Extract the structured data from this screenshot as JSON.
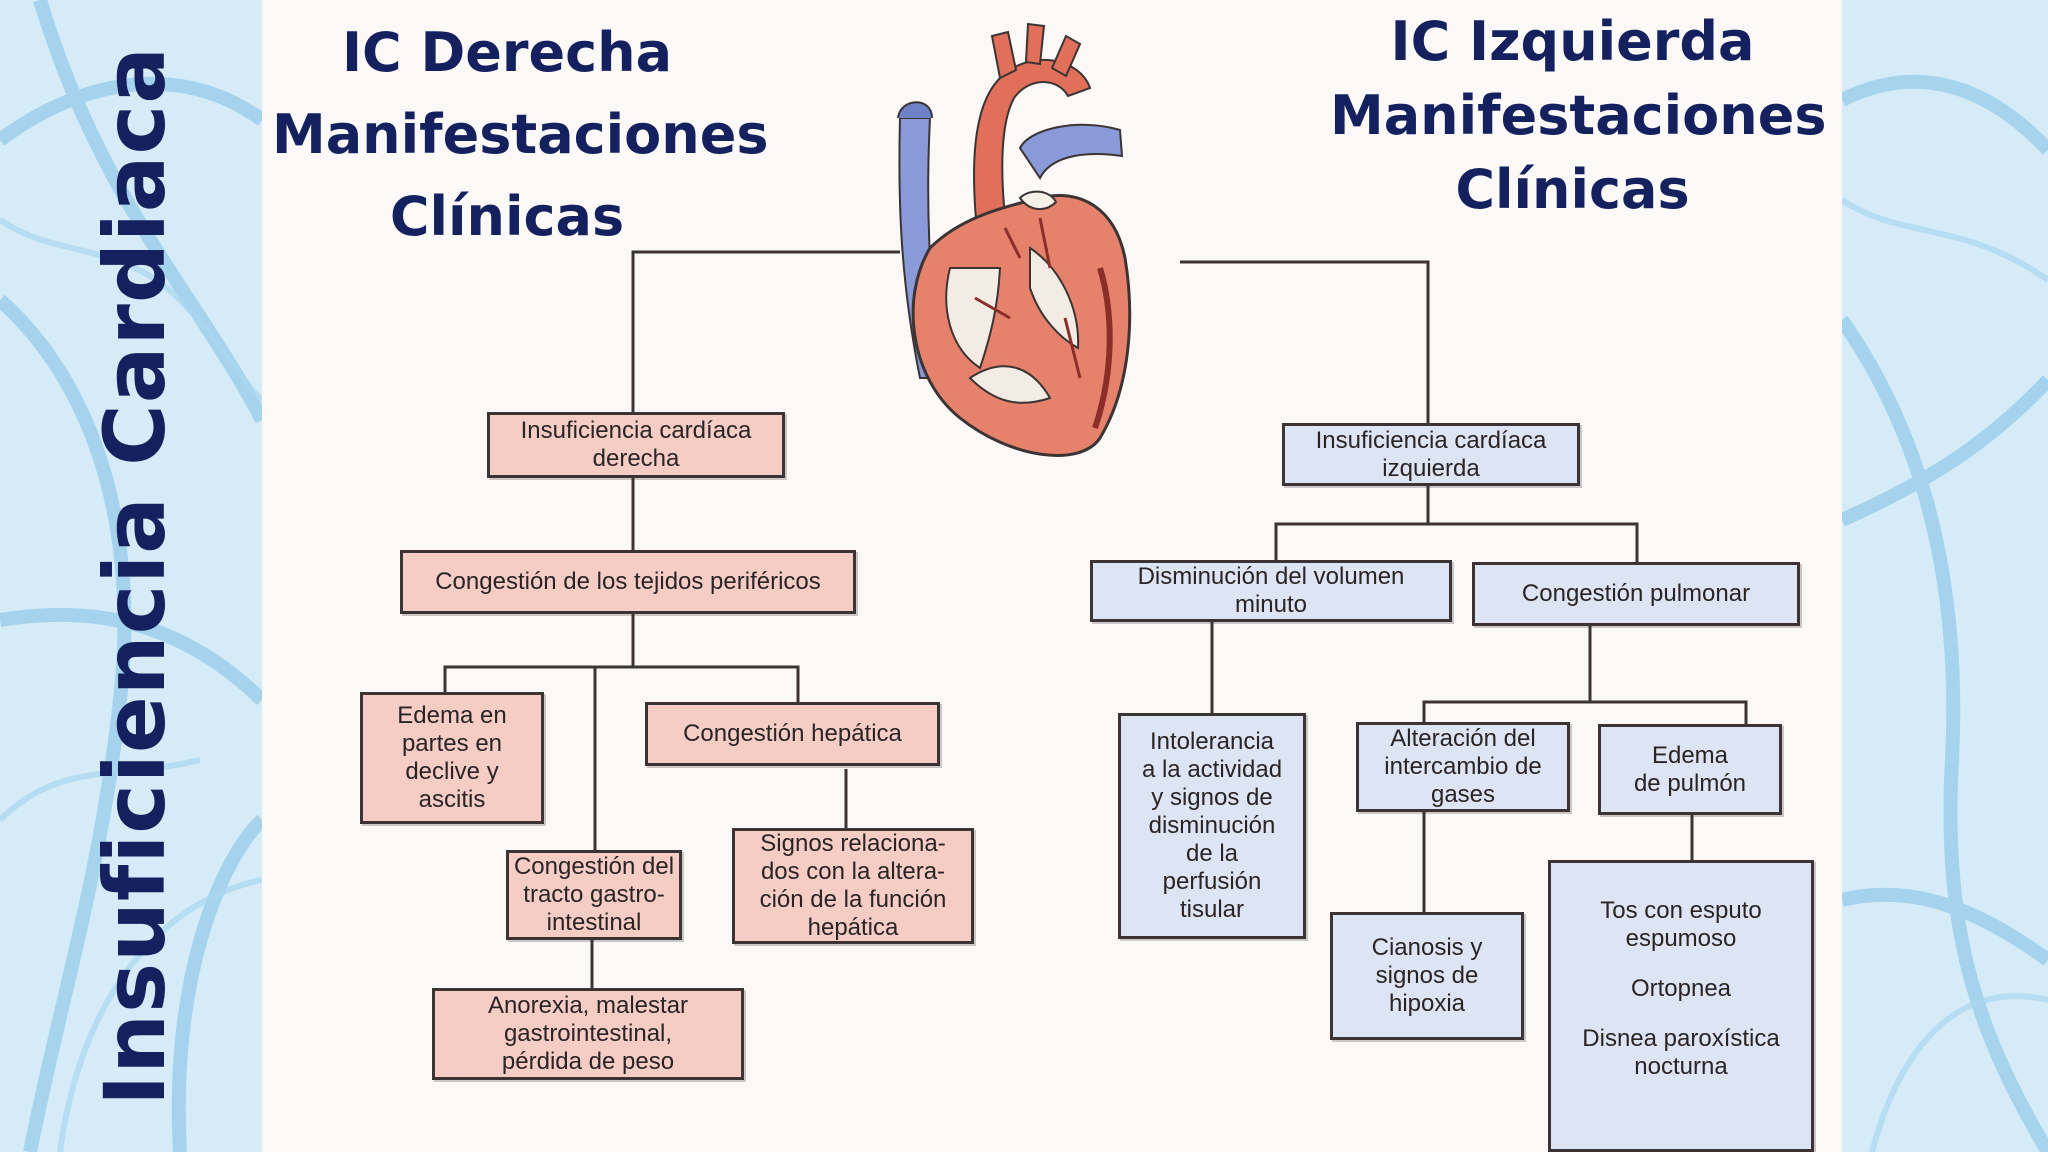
{
  "slide": {
    "vertical_title": "Insuficiencia Cardiaca"
  },
  "headings": {
    "right_ic": [
      "IC Derecha",
      "Manifestaciones",
      "Clínicas"
    ],
    "left_ic": [
      "IC Izquierda",
      "Manifestaciones",
      "Clínicas"
    ]
  },
  "right_branch": {
    "root": [
      "Insuficiencia cardíaca",
      "derecha"
    ],
    "congestion": [
      "Congestión de los tejidos periféricos"
    ],
    "edema": [
      "Edema en",
      "partes en",
      "declive y",
      "ascitis"
    ],
    "gi_congestion": [
      "Congestión del",
      "tracto gastro-",
      "intestinal"
    ],
    "anorexia": [
      "Anorexia, malestar",
      "gastrointestinal,",
      "pérdida de peso"
    ],
    "hepatic": [
      "Congestión hepática"
    ],
    "hepatic_signs": [
      "Signos relaciona-",
      "dos con la altera-",
      "ción de la función",
      "hepática"
    ]
  },
  "left_branch": {
    "root": [
      "Insuficiencia cardíaca",
      "izquierda"
    ],
    "reduced_output": [
      "Disminución del volumen",
      "minuto"
    ],
    "pulmonary_congestion": [
      "Congestión pulmonar"
    ],
    "intolerance": [
      "Intolerancia",
      "a la actividad",
      "y signos de",
      "disminución",
      "de la",
      "perfusión",
      "tisular"
    ],
    "gas_exchange": [
      "Alteración del",
      "intercambio de",
      "gases"
    ],
    "lung_edema": [
      "Edema",
      "de pulmón"
    ],
    "cyanosis": [
      "Cianosis y",
      "signos de",
      "hipoxia"
    ],
    "symptoms": {
      "cough": [
        "Tos con esputo",
        "espumoso"
      ],
      "orthopnea": [
        "Ortopnea"
      ],
      "dyspnea": [
        "Disnea paroxística",
        "nocturna"
      ]
    }
  },
  "colors": {
    "title": "#15215e",
    "right_box_fill": "#f5cdc5",
    "left_box_fill": "#dde5f5",
    "line": "#3c3434"
  }
}
